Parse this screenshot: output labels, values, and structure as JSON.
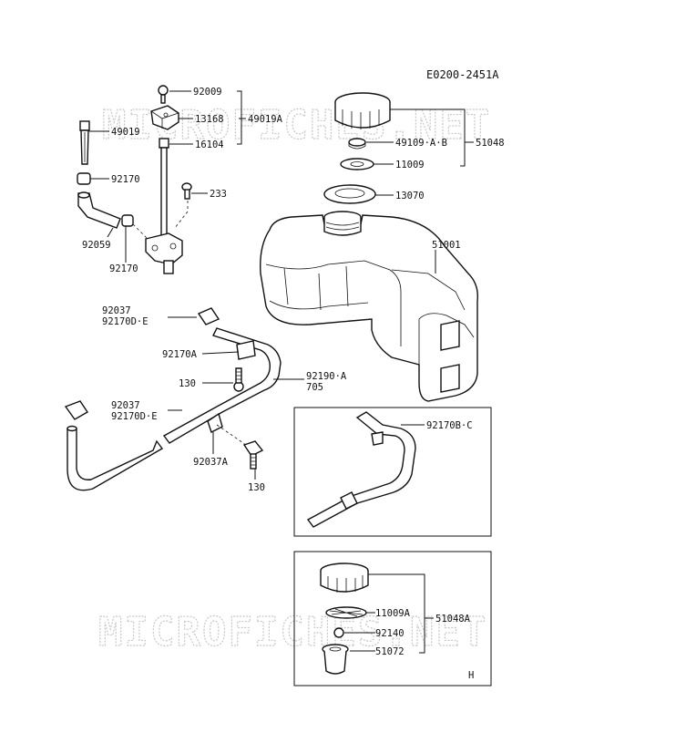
{
  "diagram_code": "E0200-2451A",
  "watermark": "MICROFICHES.NET",
  "callouts": {
    "c92009": "92009",
    "c13168": "13168",
    "c49019A": "49019A",
    "c49019": "49019",
    "c16104": "16104",
    "c92170a": "92170",
    "c233": "233",
    "c92059": "92059",
    "c92170b": "92170",
    "c49109AB": "49109·A·B",
    "c51048": "51048",
    "c11009": "11009",
    "c13070": "13070",
    "c51001": "51001",
    "c92037a": "92037",
    "c92170DEa": "92170D·E",
    "c92170A": "92170A",
    "c130a": "130",
    "c92190A": "92190·A",
    "c705": "705",
    "c92037b": "92037",
    "c92170DEb": "92170D·E",
    "c92037A": "92037A",
    "c130b": "130",
    "c92170BC": "92170B·C",
    "c11009A": "11009A",
    "c51048A": "51048A",
    "c92140": "92140",
    "c51072": "51072",
    "inset_H": "H"
  }
}
